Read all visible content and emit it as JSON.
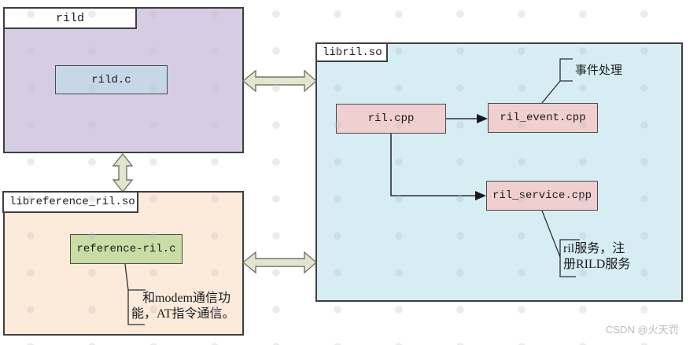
{
  "colors": {
    "rild-fill": "#d5cde3",
    "rildc-fill": "#c6d8e8",
    "libref-fill": "#fcebdb",
    "refril-fill": "#c9dda5",
    "libril-fill": "#d6edf4",
    "cpp-fill": "#f0cfd0",
    "arrow-fill": "#e3e6ce",
    "arrow-stroke": "#75756a",
    "border": "#3f3f3f",
    "line": "#2e2e2e"
  },
  "modules": {
    "rild": {
      "tab": "rild",
      "file": "rild.c"
    },
    "libreference": {
      "tab": "libreference_ril.so",
      "file": "reference-ril.c",
      "note_line1": "和modem通信功",
      "note_line2": "能，AT指令通信。"
    },
    "libril": {
      "tab": "libril.so",
      "ril": "ril.cpp",
      "event": "ril_event.cpp",
      "service": "ril_service.cpp",
      "event_note": "事件处理",
      "service_note_line1": "ril服务，注",
      "service_note_line2": "册RILD服务"
    }
  },
  "watermark": "CSDN @火天罚"
}
